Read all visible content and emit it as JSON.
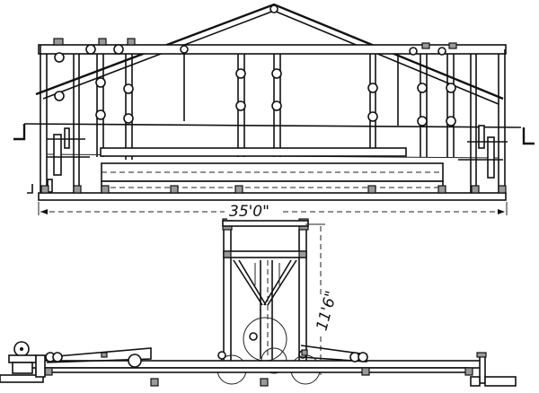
{
  "figure": {
    "type": "engineering-line-drawing",
    "views": [
      "side-elevation",
      "end-elevation-with-track"
    ],
    "dimensions": {
      "overall_length": "35'0\"",
      "overall_height": "11'6\""
    },
    "colors": {
      "ink": "#111111",
      "paper": "#ffffff"
    }
  }
}
